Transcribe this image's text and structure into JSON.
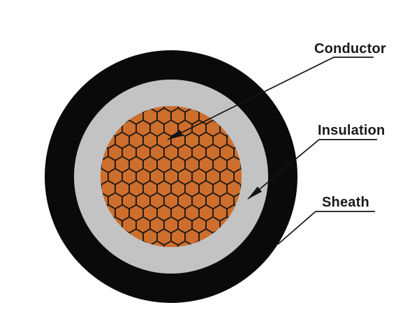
{
  "diagram": {
    "type": "cable-cross-section",
    "layers": [
      {
        "name": "conductor",
        "label": "Conductor"
      },
      {
        "name": "insulation",
        "label": "Insulation"
      },
      {
        "name": "sheath",
        "label": "Sheath"
      }
    ]
  },
  "colors": {
    "conductor": "#CE6E2C",
    "insulation": "#C3C3C3",
    "sheath": "#0A0A0A",
    "line": "#141414",
    "background": "#FFFFFF",
    "text": "#1A1A1A"
  }
}
